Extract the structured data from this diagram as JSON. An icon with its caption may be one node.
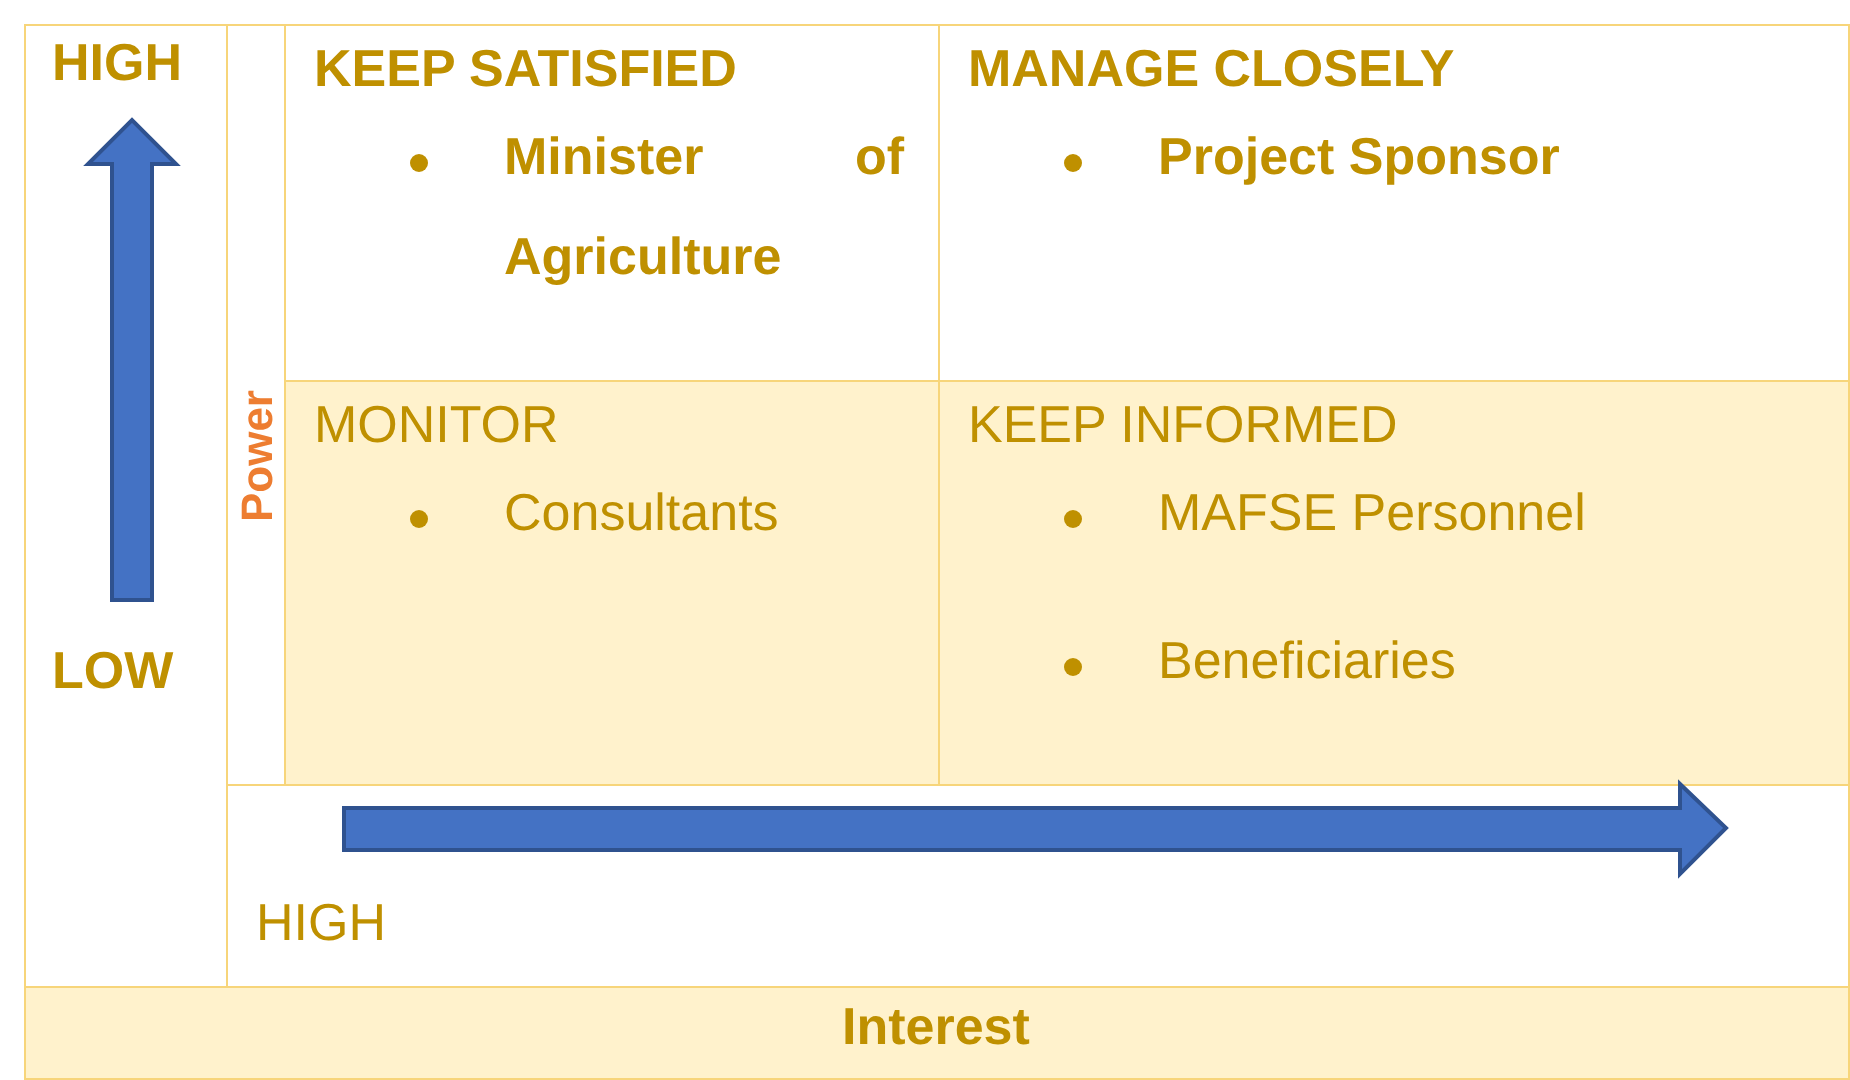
{
  "diagram": {
    "nodes": [
      {
        "text": [
          "KEEP SATISFIED",
          "Minister of Agriculture"
        ]
      },
      {
        "text": [
          "MANAGE CLOSELY",
          "Project Sponsor"
        ]
      },
      {
        "text": [
          "MONITOR",
          "Consultants"
        ]
      },
      {
        "text": [
          "KEEP INFORMED",
          "MAFSE Personnel",
          "Beneficiaries"
        ]
      }
    ],
    "edges": [],
    "labels": [
      "HIGH",
      "Power",
      "LOW",
      "HIGH",
      "Interest"
    ]
  }
}
